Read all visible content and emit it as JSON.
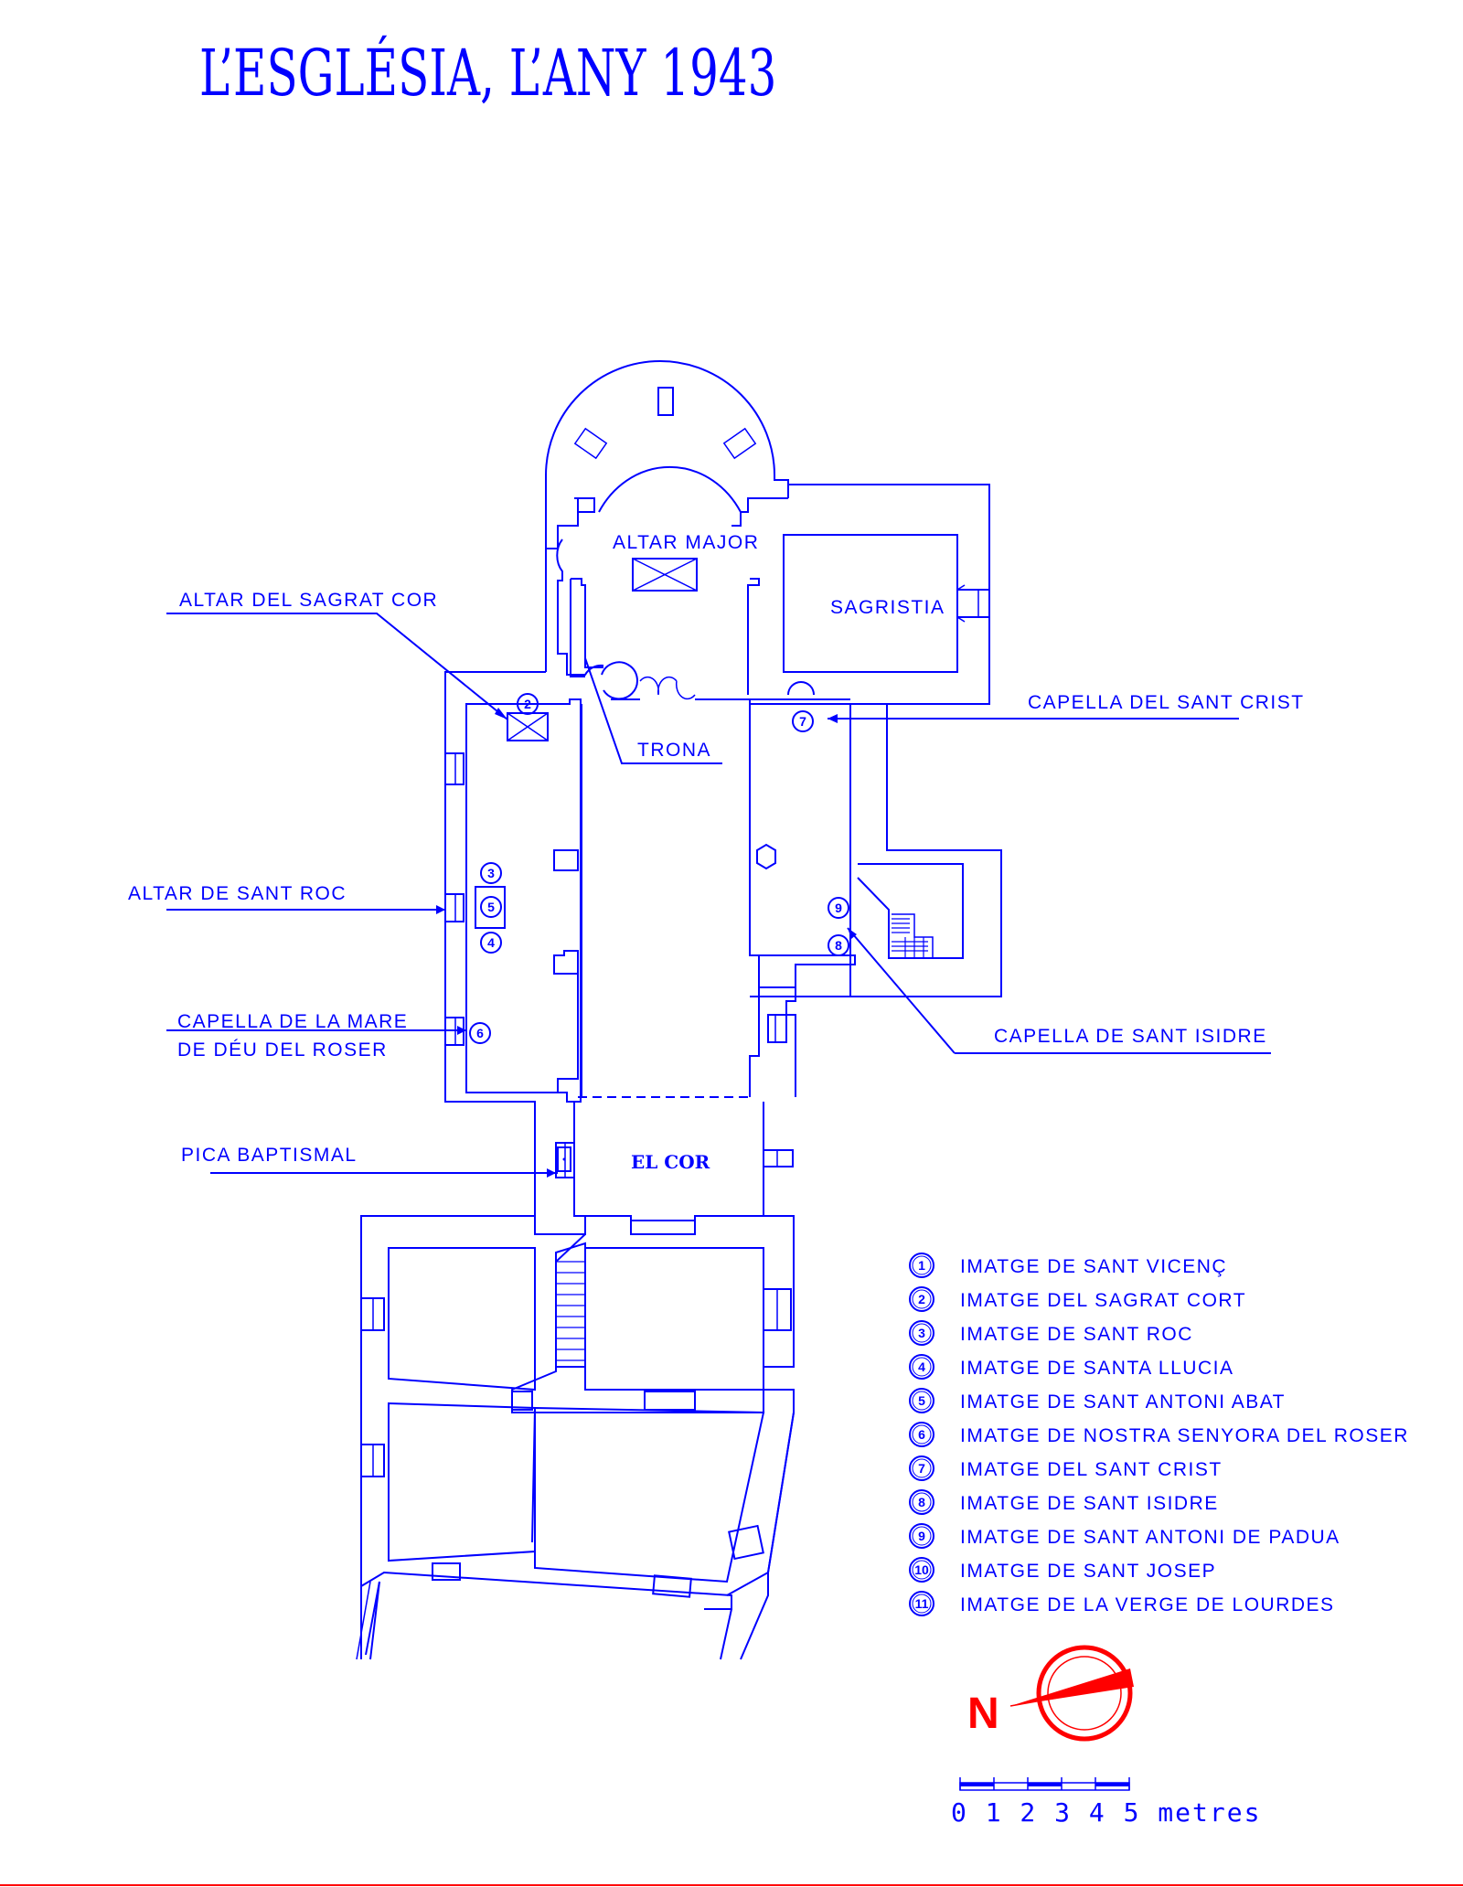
{
  "title": "L’ESGLÉSIA, L’ANY 1943",
  "rooms": {
    "altar_major": "ALTAR MAJOR",
    "sagristia": "SAGRISTIA",
    "trona": "TRONA",
    "el_cor": "EL COR"
  },
  "callouts": {
    "sagrat_cor": "ALTAR DEL SAGRAT COR",
    "sant_roc": "ALTAR DE SANT ROC",
    "mare_deu_line1": "CAPELLA DE LA MARE",
    "mare_deu_line2": "DE DÉU DEL ROSER",
    "pica": "PICA BAPTISMAL",
    "sant_crist": "CAPELLA DEL SANT CRIST",
    "sant_isidre": "CAPELLA DE SANT ISIDRE"
  },
  "plan_markers": {
    "m2": "2",
    "m3": "3",
    "m5": "5",
    "m4": "4",
    "m6": "6",
    "m7": "7",
    "m9": "9",
    "m8": "8"
  },
  "legend": [
    {
      "num": "1",
      "text": "IMATGE DE SANT VICENÇ"
    },
    {
      "num": "2",
      "text": "IMATGE DEL SAGRAT CORT"
    },
    {
      "num": "3",
      "text": "IMATGE DE SANT ROC"
    },
    {
      "num": "4",
      "text": "IMATGE DE SANTA LLUCIA"
    },
    {
      "num": "5",
      "text": "IMATGE DE SANT ANTONI ABAT"
    },
    {
      "num": "6",
      "text": "IMATGE DE NOSTRA SENYORA DEL ROSER"
    },
    {
      "num": "7",
      "text": "IMATGE DEL SANT CRIST"
    },
    {
      "num": "8",
      "text": "IMATGE DE SANT ISIDRE"
    },
    {
      "num": "9",
      "text": "IMATGE DE SANT ANTONI DE PADUA"
    },
    {
      "num": "10",
      "text": "IMATGE DE SANT JOSEP"
    },
    {
      "num": "11",
      "text": "IMATGE DE LA VERGE DE LOURDES"
    }
  ],
  "north_label": "N",
  "scale_text": "0 1 2 3 4 5 metres",
  "colors": {
    "line": "#0000ff",
    "accent": "#ff0000",
    "background": "#ffffff"
  }
}
